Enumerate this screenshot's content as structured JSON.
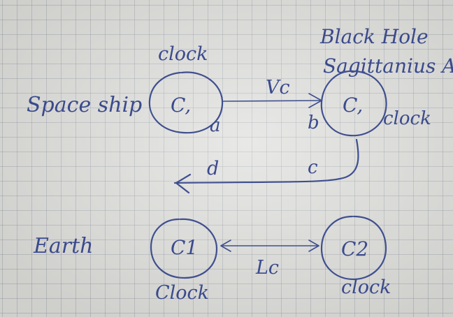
{
  "labels": {
    "black_hole_line1": "Black Hole",
    "black_hole_line2": "Sagittanius A",
    "spaceship": "Space ship",
    "earth": "Earth"
  },
  "spaceship": {
    "clock_left": {
      "symbol": "C,",
      "caption": "clock"
    },
    "clock_right": {
      "symbol": "C,",
      "caption": "clock"
    },
    "arrow_velocity": "Vc",
    "point_a": "a",
    "point_b": "b",
    "point_c": "c",
    "point_d": "d"
  },
  "earth": {
    "clock_left": {
      "symbol": "C1",
      "caption": "Clock"
    },
    "clock_right": {
      "symbol": "C2",
      "caption": "clock"
    },
    "distance": "Lc"
  },
  "colors": {
    "ink": "#3f4f8f",
    "paper": "#dcdcd9"
  }
}
